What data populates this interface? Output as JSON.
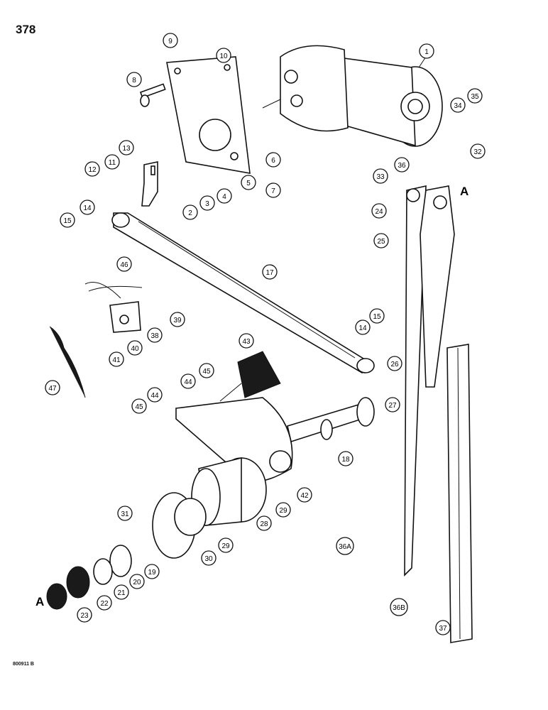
{
  "page_number": "378",
  "doc_code": "800911 B",
  "reference_letter": "A",
  "callouts": {
    "c1": "1",
    "c2": "2",
    "c3": "3",
    "c4": "4",
    "c5": "5",
    "c6": "6",
    "c7": "7",
    "c8": "8",
    "c9": "9",
    "c10": "10",
    "c11": "11",
    "c12": "12",
    "c13": "13",
    "c14a": "14",
    "c14b": "14",
    "c15a": "15",
    "c15b": "15",
    "c17": "17",
    "c18": "18",
    "c19": "19",
    "c20": "20",
    "c21": "21",
    "c22": "22",
    "c23": "23",
    "c24": "24",
    "c25": "25",
    "c26": "26",
    "c27": "27",
    "c28": "28",
    "c29a": "29",
    "c29b": "29",
    "c30": "30",
    "c31": "31",
    "c32": "32",
    "c33": "33",
    "c34": "34",
    "c35": "35",
    "c36": "36",
    "c36a": "36A",
    "c36b": "36B",
    "c37": "37",
    "c38": "38",
    "c39": "39",
    "c40": "40",
    "c41": "41",
    "c42": "42",
    "c43": "43",
    "c44a": "44",
    "c44b": "44",
    "c45a": "45",
    "c45b": "45",
    "c46": "46",
    "c47": "47"
  }
}
